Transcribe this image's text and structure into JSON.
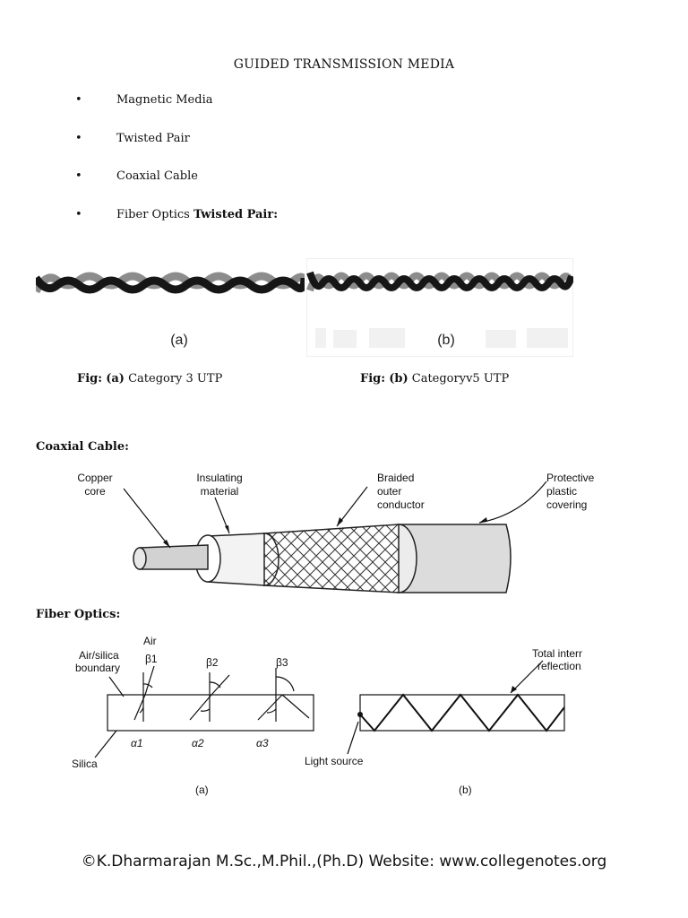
{
  "document": {
    "title": "GUIDED TRANSMISSION MEDIA",
    "bullet_glyph": "•",
    "bullets": [
      "Magnetic Media",
      "Twisted Pair",
      "Coaxial Cable",
      "Fiber Optics"
    ],
    "twisted_pair_heading": "Twisted Pair:"
  },
  "twisted_pair": {
    "panel_a_label": "(a)",
    "panel_b_label": "(b)",
    "caption_a": {
      "prefix": "Fig:",
      "tag": "(a)",
      "text": "Category 3 UTP"
    },
    "caption_b": {
      "prefix": "Fig:",
      "tag": "(b)",
      "text": "Categoryv5 UTP"
    }
  },
  "coaxial": {
    "heading": "Coaxial Cable:",
    "labels": {
      "copper_core": [
        "Copper",
        "core"
      ],
      "insulating": [
        "Insulating",
        "material"
      ],
      "braided": [
        "Braided",
        "outer",
        "conductor"
      ],
      "protective": [
        "Protective",
        "plastic",
        "covering"
      ]
    }
  },
  "fiber": {
    "heading": "Fiber Optics:",
    "labels": {
      "air": "Air",
      "air_silica": [
        "Air/silica",
        "boundary"
      ],
      "beta1": "β1",
      "beta2": "β2",
      "beta3": "β3",
      "alpha1": "α1",
      "alpha2": "α2",
      "alpha3": "α3",
      "silica": "Silica",
      "light_source": "Light source",
      "total_internal": [
        "Total internal",
        "reflection."
      ],
      "panel_a": "(a)",
      "panel_b": "(b)"
    }
  },
  "footer": {
    "text": "©K.Dharmarajan M.Sc.,M.Phil.,(Ph.D)  Website: www.collegenotes.org"
  }
}
